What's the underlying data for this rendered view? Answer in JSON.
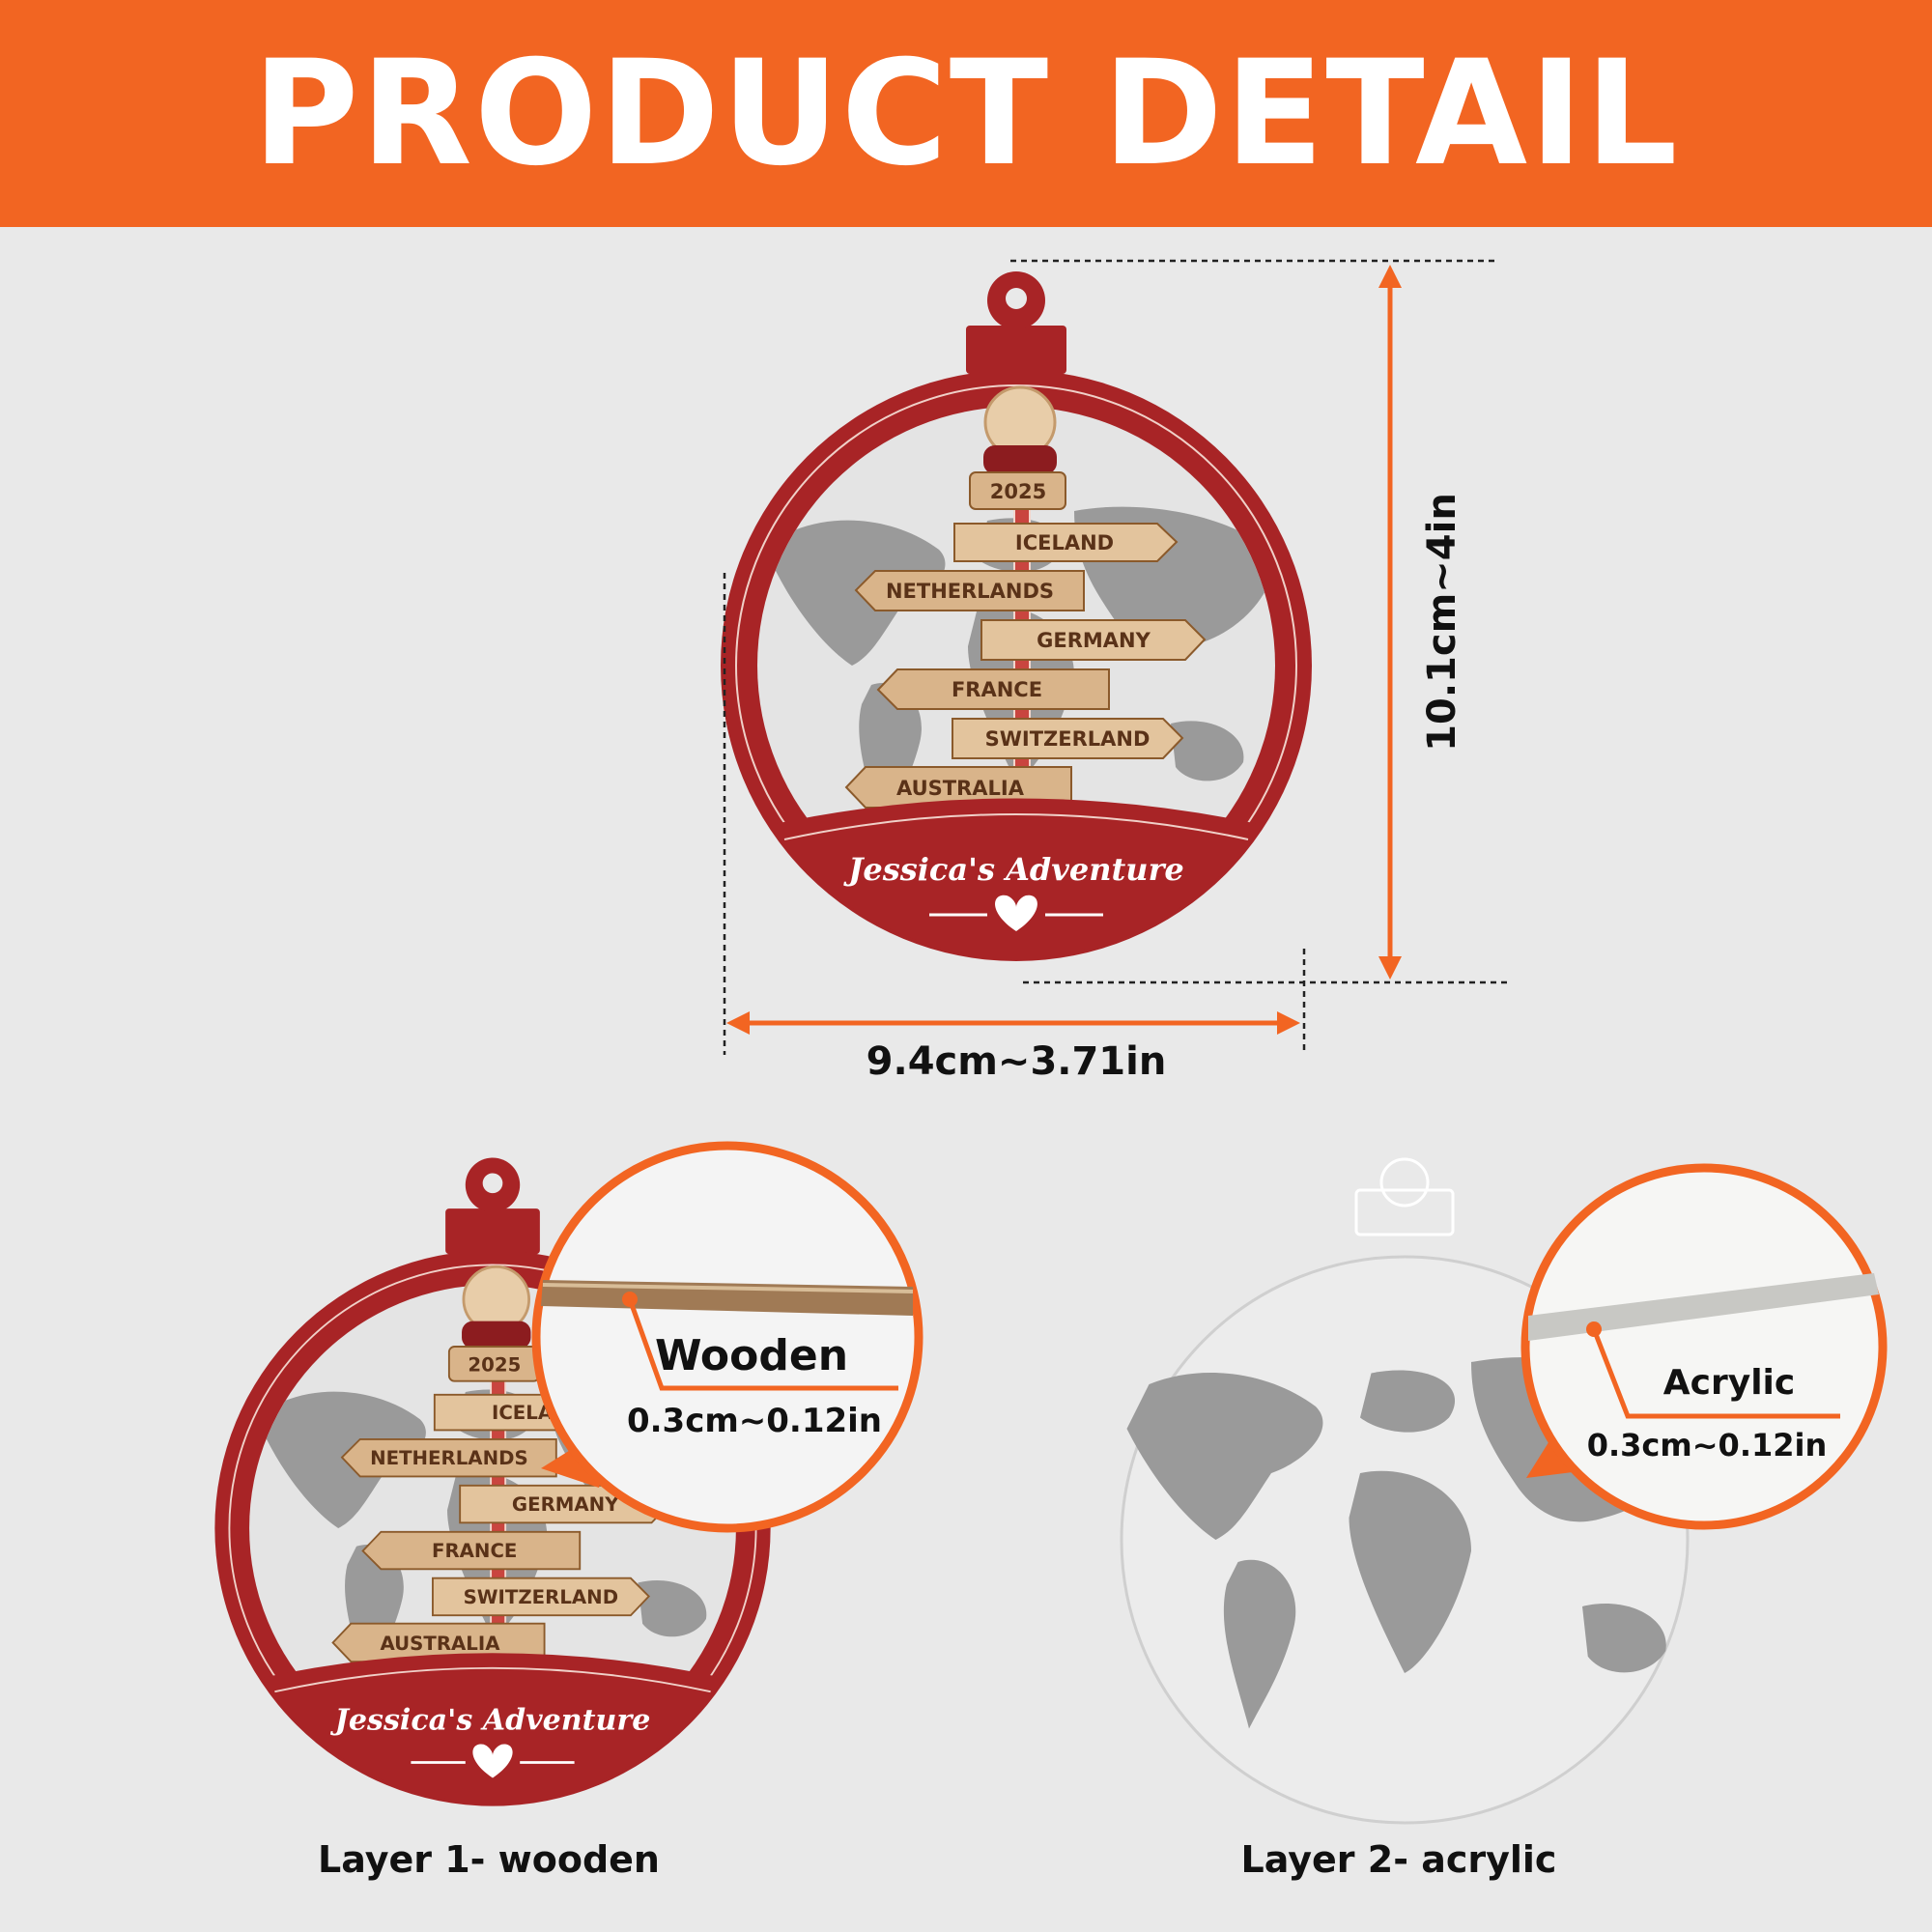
{
  "header": {
    "title": "PRODUCT DETAIL"
  },
  "dimensions": {
    "height": "10.1cm~4in",
    "width": "9.4cm~3.71in"
  },
  "ornament": {
    "year": "2025",
    "signs": [
      "ICELAND",
      "NETHERLANDS",
      "GERMANY",
      "FRANCE",
      "SWITZERLAND",
      "AUSTRALIA"
    ],
    "banner": "Jessica's Adventure"
  },
  "layers": [
    {
      "callout": "Wooden",
      "thickness": "0.3cm~0.12in",
      "caption": "Layer 1- wooden"
    },
    {
      "callout": "Acrylic",
      "thickness": "0.3cm~0.12in",
      "caption": "Layer 2- acrylic"
    }
  ],
  "colors": {
    "brand_orange": "#f26522",
    "ornament_red": "#a82426",
    "wood": "#d9b48a",
    "background": "#e9e9e9"
  }
}
